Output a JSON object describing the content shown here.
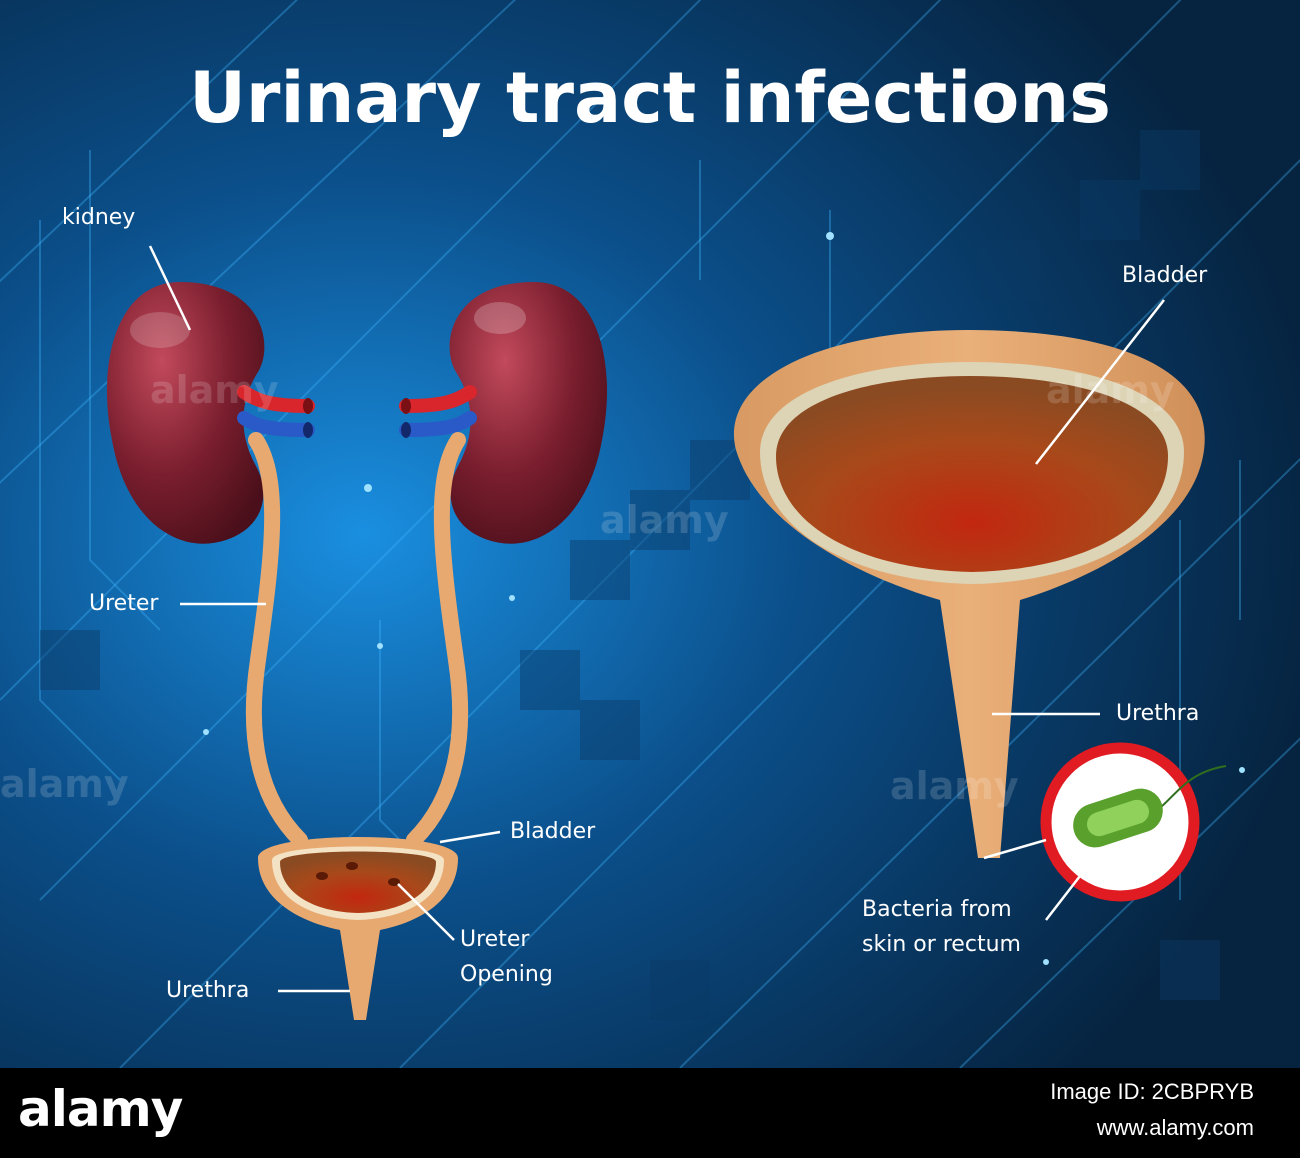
{
  "title": "Urinary tract infections",
  "labels": {
    "kidney": "kidney",
    "ureter": "Ureter",
    "bladder_small": "Bladder",
    "ureter_opening_line1": "Ureter",
    "ureter_opening_line2": "Opening",
    "urethra_small": "Urethra",
    "bladder_large": "Bladder",
    "urethra_large": "Urethra",
    "bacteria_line1": "Bacteria from",
    "bacteria_line2": "skin or rectum"
  },
  "watermark": "alamy",
  "footer": {
    "logo": "alamy",
    "image_id": "Image ID: 2CBPRYB",
    "url": "www.alamy.com"
  },
  "colors": {
    "background_dark": "#06233f",
    "background_glow": "#1a8fe0",
    "kidney": "#7a1e2e",
    "ureter": "#e8a971",
    "bladder_fill": "#a8491a",
    "bacteria_ring": "#e11b22",
    "bacterium": "#5aa02c"
  }
}
